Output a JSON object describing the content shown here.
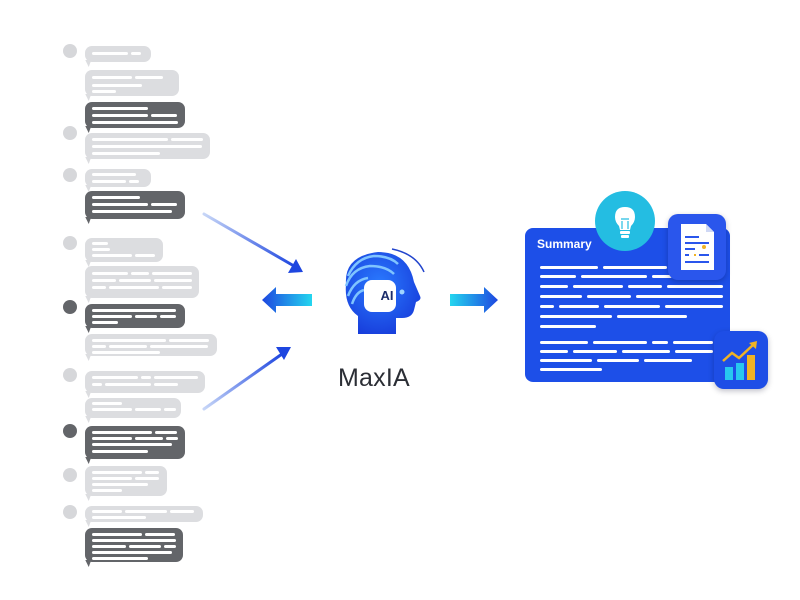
{
  "brand": {
    "name": "MaxIA",
    "badge": "AI"
  },
  "summary_card": {
    "title": "Summary"
  },
  "colors": {
    "accent_blue": "#1d4fe8",
    "cyan": "#22c3e6",
    "gray_light": "#dcdde0",
    "gray_dark": "#636569",
    "gold": "#f0b324"
  },
  "icons": [
    "chat-bubble-icon",
    "ai-head-icon",
    "lightbulb-icon",
    "document-icon",
    "growth-chart-icon",
    "arrow-icon"
  ]
}
